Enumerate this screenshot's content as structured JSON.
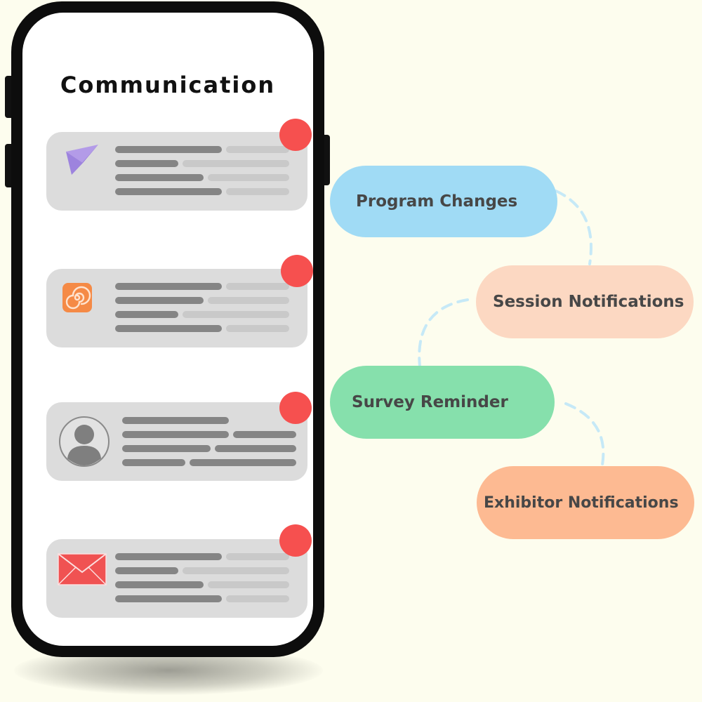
{
  "screen": {
    "title": "Communication"
  },
  "icons": {
    "card_1": "paper-plane-icon",
    "card_2": "spiral-app-icon",
    "card_3": "user-avatar-icon",
    "card_4": "envelope-icon"
  },
  "nodes": [
    {
      "label": "Program Changes",
      "color": "#a0dbf5"
    },
    {
      "label": "Session Notifications",
      "color": "#fcd8c2"
    },
    {
      "label": "Survey Reminder",
      "color": "#86e0ac"
    },
    {
      "label": "Exhibitor Notifications",
      "color": "#fdba92"
    }
  ],
  "colors": {
    "background": "#fdfdee",
    "phone_frame": "#0d0d0d",
    "card": "#dcdcdc",
    "badge": "#f6504f",
    "connector": "#c6e9f7"
  }
}
